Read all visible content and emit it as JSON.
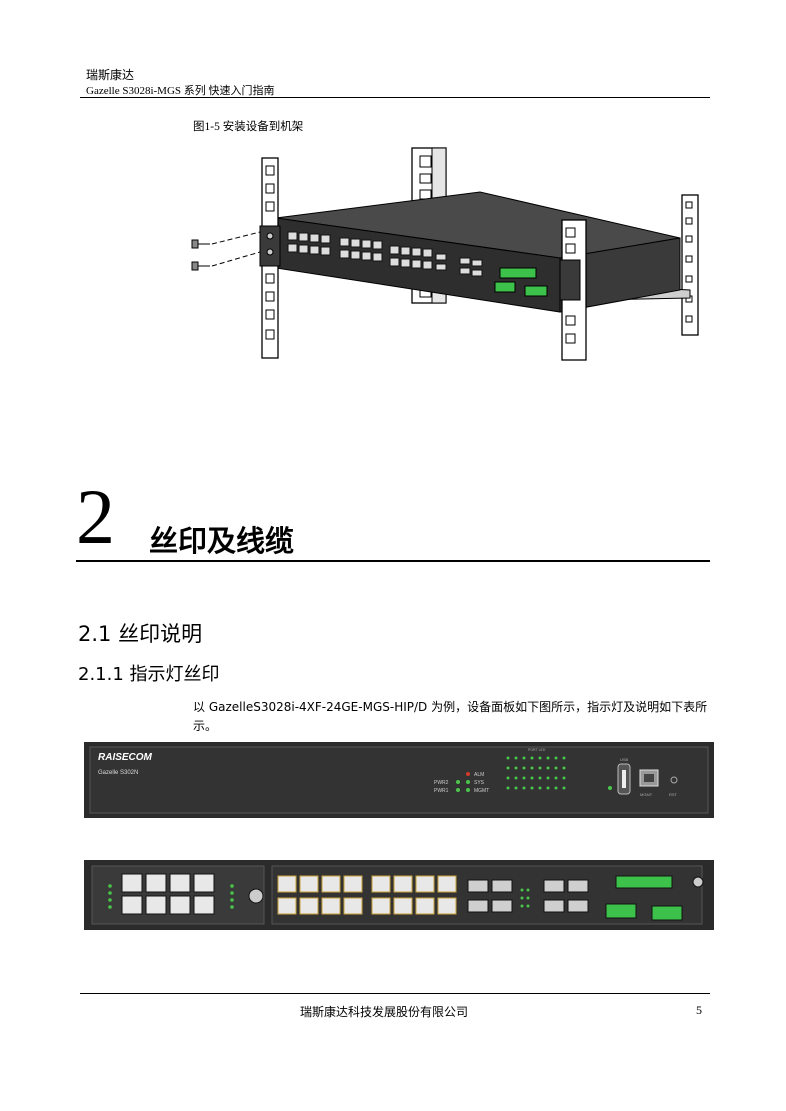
{
  "header": {
    "company": "瑞斯康达",
    "doc_title": "Gazelle S3028i-MGS 系列  快速入门指南"
  },
  "figure": {
    "caption": "图1-5  安装设备到机架"
  },
  "chapter": {
    "number": "2",
    "title": "丝印及线缆"
  },
  "section": {
    "heading": "2.1 丝印说明"
  },
  "subsection": {
    "heading": "2.1.1 指示灯丝印"
  },
  "paragraph": "以 GazelleS3028i-4XF-24GE-MGS-HIP/D 为例，设备面板如下图所示，指示灯及说明如下表所示。",
  "front_panel": {
    "brand": "RAISECOM",
    "model": "Gazelle S302N",
    "led_labels": [
      "ALM",
      "SYS",
      "MGMT"
    ],
    "left_led_labels": [
      "PWR2",
      "PWR1"
    ],
    "port_caption": "PORT LED",
    "usb_label": "USB",
    "mgmt_label": "MGMT",
    "rst_label": "RST"
  },
  "footer": {
    "company": "瑞斯康达科技发展股份有限公司",
    "page": "5"
  },
  "colors": {
    "panel_dark": "#2b2b2b",
    "led_green": "#49c649",
    "led_red": "#d23a2a",
    "terminal_green": "#3cc24a"
  }
}
